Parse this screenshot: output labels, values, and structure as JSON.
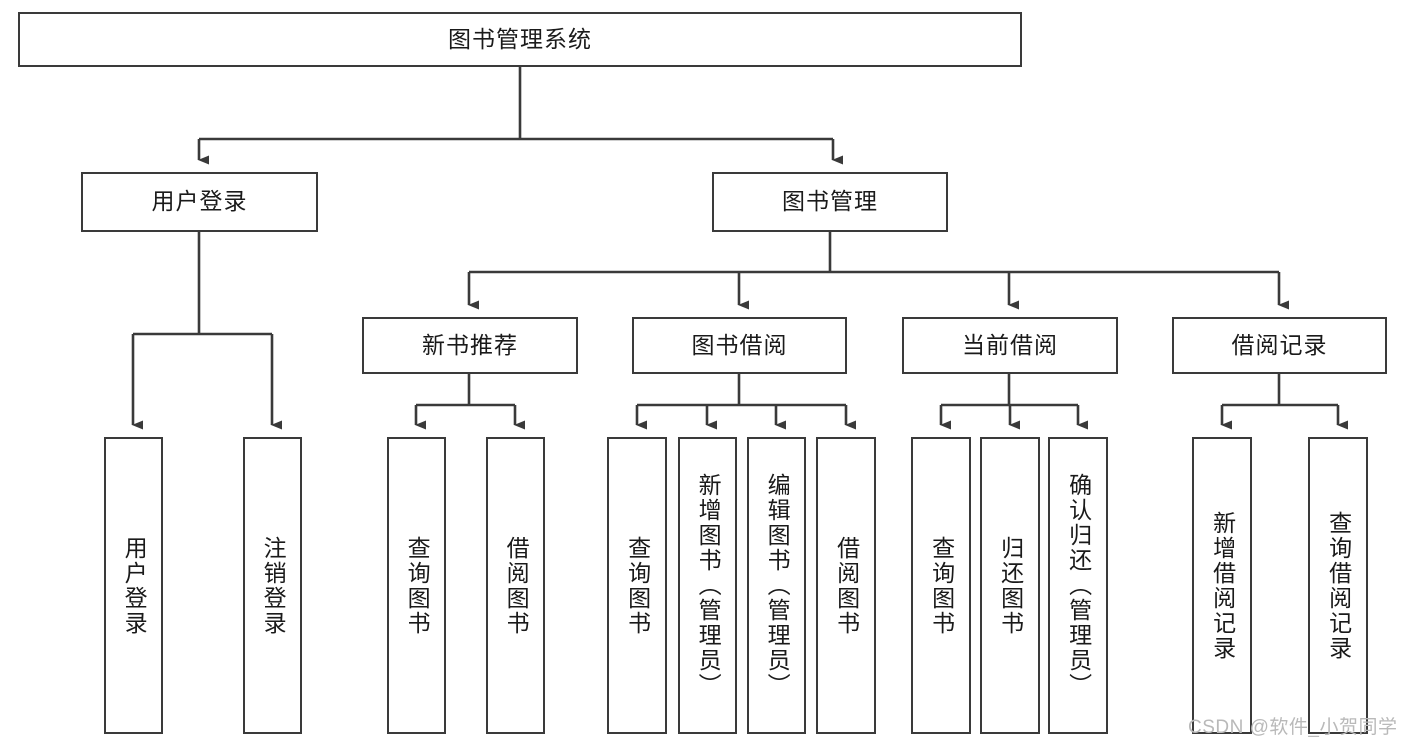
{
  "diagram": {
    "title": "图书管理系统",
    "type": "功能结构图",
    "watermark": "CSDN @软件_小贺同学",
    "colors": {
      "box_border": "#3a3a3a",
      "box_fill": "#ffffff",
      "edge": "#3a3a3a",
      "text": "#1a1a1a",
      "watermark": "#b9b9b9",
      "background": "#ffffff"
    },
    "root": {
      "id": "root",
      "label": "图书管理系统",
      "orientation": "horizontal"
    },
    "level2": [
      {
        "id": "user-login",
        "label": "用户登录",
        "orientation": "horizontal",
        "children": [
          {
            "id": "user-login-do",
            "label": "用户登录",
            "orientation": "vertical"
          },
          {
            "id": "user-logout",
            "label": "注销登录",
            "orientation": "vertical"
          }
        ]
      },
      {
        "id": "book-manage",
        "label": "图书管理",
        "orientation": "horizontal",
        "children": [
          {
            "id": "new-book-recommend",
            "label": "新书推荐",
            "orientation": "horizontal",
            "children": [
              {
                "id": "recommend-query-book",
                "label": "查询图书",
                "orientation": "vertical"
              },
              {
                "id": "recommend-borrow-book",
                "label": "借阅图书",
                "orientation": "vertical"
              }
            ]
          },
          {
            "id": "book-borrow",
            "label": "图书借阅",
            "orientation": "horizontal",
            "children": [
              {
                "id": "borrow-query-book",
                "label": "查询图书",
                "orientation": "vertical"
              },
              {
                "id": "borrow-add-book",
                "label": "新增图书（管理员）",
                "orientation": "vertical"
              },
              {
                "id": "borrow-edit-book",
                "label": "编辑图书（管理员）",
                "orientation": "vertical"
              },
              {
                "id": "borrow-borrow-book",
                "label": "借阅图书",
                "orientation": "vertical"
              }
            ]
          },
          {
            "id": "current-borrow",
            "label": "当前借阅",
            "orientation": "horizontal",
            "children": [
              {
                "id": "current-query-book",
                "label": "查询图书",
                "orientation": "vertical"
              },
              {
                "id": "current-return-book",
                "label": "归还图书",
                "orientation": "vertical"
              },
              {
                "id": "current-confirm-return",
                "label": "确认归还（管理员）",
                "orientation": "vertical"
              }
            ]
          },
          {
            "id": "borrow-record",
            "label": "借阅记录",
            "orientation": "horizontal",
            "children": [
              {
                "id": "record-add",
                "label": "新增借阅记录",
                "orientation": "vertical"
              },
              {
                "id": "record-query",
                "label": "查询借阅记录",
                "orientation": "vertical"
              }
            ]
          }
        ]
      }
    ]
  }
}
